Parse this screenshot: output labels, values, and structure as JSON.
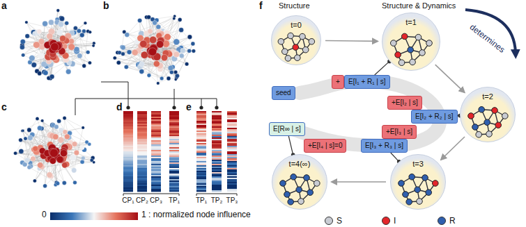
{
  "diagram": {
    "nodes": [
      {
        "text": [
          "t=0"
        ]
      },
      {
        "text": [
          "t=1"
        ]
      },
      {
        "text": [
          "t=2"
        ]
      },
      {
        "text": [
          "t=3"
        ]
      },
      {
        "text": [
          "t=4(∞)"
        ]
      },
      {
        "text": [
          "seed"
        ]
      },
      {
        "text": [
          "+"
        ]
      },
      {
        "text": [
          "E[I₁ + R₁ | s]"
        ]
      },
      {
        "text": [
          "+E[I₂ | s]"
        ]
      },
      {
        "text": [
          "E[I₂ + R₂ | s]"
        ]
      },
      {
        "text": [
          "+E[I₃ | s]"
        ]
      },
      {
        "text": [
          "E[I₃ + R₃ | s]"
        ]
      },
      {
        "text": [
          "+E[I₄ | s]=0"
        ]
      },
      {
        "text": [
          "E[R∞ | s]"
        ]
      }
    ],
    "edges": [
      {
        "from": 0,
        "to": 1,
        "arrow": "to"
      },
      {
        "from": 1,
        "to": 2,
        "arrow": "to"
      },
      {
        "from": 2,
        "to": 3,
        "arrow": "to"
      },
      {
        "from": 3,
        "to": 4,
        "arrow": "to"
      },
      {
        "from": 1,
        "to": 7,
        "arrow": "none"
      },
      {
        "from": 2,
        "to": 9,
        "arrow": "none"
      },
      {
        "from": 3,
        "to": 11,
        "arrow": "none"
      },
      {
        "from": 4,
        "to": 13,
        "arrow": "none"
      }
    ],
    "labels": [
      "a",
      "b",
      "c",
      "d",
      "e",
      "CP₁",
      "CP₂",
      "CP₃",
      "TP₁",
      "TP₁",
      "TP₂",
      "TP₃",
      "0",
      "1 : normalized node influence",
      "f",
      "Structure",
      "Structure & Dynamics",
      "determines"
    ],
    "legend": [
      {
        "text": "S",
        "color": "#c9ccd3"
      },
      {
        "text": "I",
        "color": "#e3262b"
      },
      {
        "text": "R",
        "color": "#2f5fae"
      }
    ]
  }
}
